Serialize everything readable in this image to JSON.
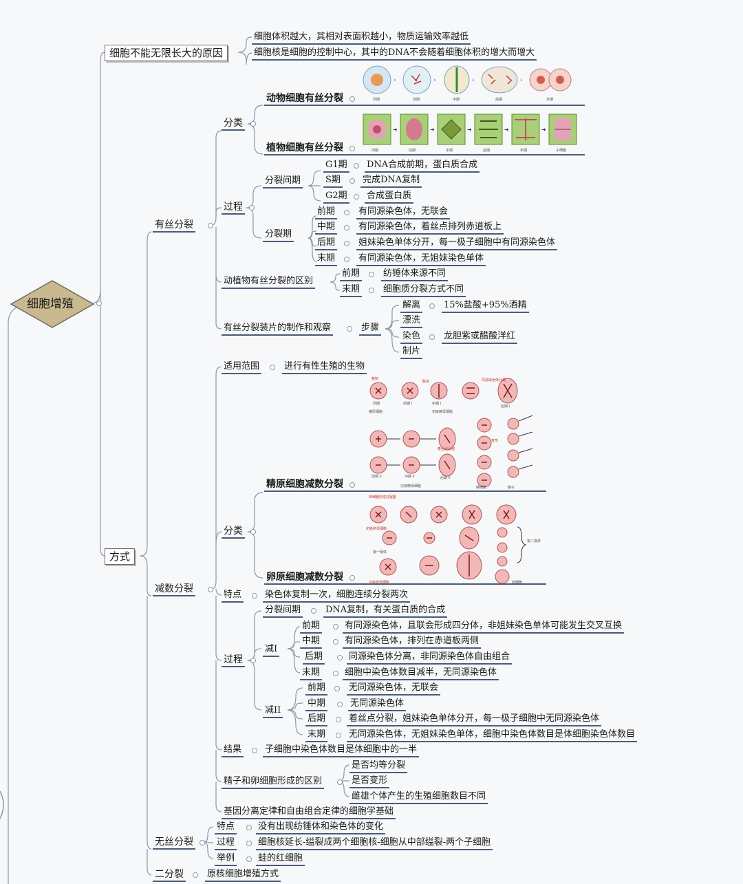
{
  "root": {
    "label": "细胞增殖"
  },
  "reasons": {
    "label": "细胞不能无限长大的原因",
    "items": [
      "细胞体积越大，其相对表面积越小，物质运输效率越低",
      "细胞核是细胞的控制中心，其中的DNA不会随着细胞体积的增大而增大"
    ]
  },
  "methods": {
    "label": "方式"
  },
  "mitosis": {
    "label": "有丝分裂",
    "classify": {
      "label": "分类",
      "animal": "动物细胞有丝分裂",
      "plant": "植物细胞有丝分裂"
    },
    "animal_caps": [
      "间期",
      "前期",
      "中期",
      "后期",
      "末期"
    ],
    "plant_caps": [
      "间期",
      "前期",
      "中期",
      "后期",
      "末期",
      "子细胞"
    ],
    "process": {
      "label": "过程",
      "interphase": {
        "label": "分裂间期",
        "phases": [
          {
            "name": "G1期",
            "desc": "DNA合成前期，蛋白质合成"
          },
          {
            "name": "S期",
            "desc": "完成DNA复制"
          },
          {
            "name": "G2期",
            "desc": "合成蛋白质"
          }
        ]
      },
      "division": {
        "label": "分裂期",
        "phases": [
          {
            "name": "前期",
            "desc": "有同源染色体，无联会"
          },
          {
            "name": "中期",
            "desc": "有同源染色体，着丝点排列赤道板上"
          },
          {
            "name": "后期",
            "desc": "姐妹染色单体分开，每一极子细胞中有同源染色体"
          },
          {
            "name": "末期",
            "desc": "有同源染色体，无姐妹染色单体"
          }
        ]
      }
    },
    "diff": {
      "label": "动植物有丝分裂的区别",
      "items": [
        {
          "name": "前期",
          "desc": "纺锤体来源不同"
        },
        {
          "name": "末期",
          "desc": "细胞质分裂方式不同"
        }
      ]
    },
    "slide": {
      "label": "有丝分裂装片的制作和观察",
      "steps_label": "步骤",
      "steps": [
        {
          "name": "解离",
          "desc": "15%盐酸+95%酒精"
        },
        {
          "name": "漂洗",
          "desc": ""
        },
        {
          "name": "染色",
          "desc": "龙胆紫或醋酸洋红"
        },
        {
          "name": "制片",
          "desc": ""
        }
      ]
    }
  },
  "meiosis": {
    "label": "减数分裂",
    "scope": {
      "label": "适用范围",
      "desc": "进行有性生殖的生物"
    },
    "classify": {
      "label": "分类",
      "sperm": "精原细胞减数分裂",
      "egg": "卵原细胞减数分裂"
    },
    "sperm_caps": {
      "top": [
        "复制",
        "联会",
        "同源染色体分离"
      ],
      "row1": [
        "间期",
        "前期 I",
        "中期 I",
        "后期 I"
      ],
      "row1_sub": [
        "精原细胞",
        "初级精母细胞"
      ],
      "mid": [
        "着丝点分裂",
        "变形"
      ],
      "row3": [
        "前期 II",
        "中期 II",
        "后期 II",
        "精细胞",
        "精子"
      ],
      "row3_sub": "次级精母细胞"
    },
    "egg_caps": {
      "title": "卵细胞形成过程图",
      "primary": "初级卵母细胞",
      "first_body": "第一极体",
      "secondary": "次级卵母细胞",
      "egg": "卵细胞",
      "second_body": "第二极体"
    },
    "feature": {
      "label": "特点",
      "desc": "染色体复制一次，细胞连续分裂两次"
    },
    "process": {
      "label": "过程",
      "interphase": {
        "label": "分裂间期",
        "desc": "DNA复制，有关蛋白质的合成"
      },
      "m1": {
        "label": "减I",
        "phases": [
          {
            "name": "前期",
            "desc": "有同源染色体，且联会形成四分体，非姐妹染色单体可能发生交叉互换"
          },
          {
            "name": "中期",
            "desc": "有同源染色体，排列在赤道板两侧"
          },
          {
            "name": "后期",
            "desc": "同源染色体分离，非同源染色体自由组合"
          },
          {
            "name": "末期",
            "desc": "细胞中染色体数目减半，无同源染色体"
          }
        ]
      },
      "m2": {
        "label": "减II",
        "phases": [
          {
            "name": "前期",
            "desc": "无同源染色体，无联会"
          },
          {
            "name": "中期",
            "desc": "无同源染色体"
          },
          {
            "name": "后期",
            "desc": "着丝点分裂，姐妹染色单体分开，每一极子细胞中无同源染色体"
          },
          {
            "name": "末期",
            "desc": "无同源染色体，无姐妹染色单体，细胞中染色体数目是体细胞染色体数目"
          }
        ]
      }
    },
    "result": {
      "label": "结果",
      "desc": "子细胞中染色体数目是体细胞中的一半"
    },
    "sperm_egg_diff": {
      "label": "精子和卵细胞形成的区别",
      "items": [
        "是否均等分裂",
        "是否变形",
        "雌雄个体产生的生殖细胞数目不同"
      ]
    },
    "basis": {
      "label": "基因分离定律和自由组合定律的细胞学基础"
    }
  },
  "amitosis": {
    "label": "无丝分裂",
    "items": [
      {
        "name": "特点",
        "desc": "没有出现纺锤体和染色体的变化"
      },
      {
        "name": "过程",
        "desc": "细胞核延长-缢裂成两个细胞核-细胞从中部缢裂-两个子细胞"
      },
      {
        "name": "举例",
        "desc": "蛙的红细胞"
      }
    ]
  },
  "binary": {
    "label": "二分裂",
    "desc": "原核细胞增殖方式"
  },
  "colors": {
    "line": "#8a96aa",
    "underline": "#4a5a7a",
    "root_fill": "#c9b98e",
    "cell_pink": "#f2b8b8",
    "plant_green": "#5c8a2e"
  }
}
